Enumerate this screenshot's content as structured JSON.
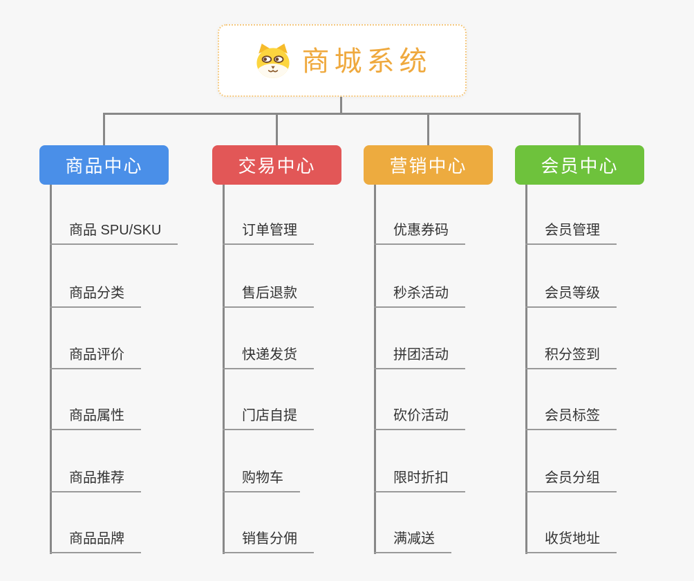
{
  "root": {
    "title": "商城系统",
    "title_color": "#EFA93E",
    "border_color": "#F5C87E",
    "icon": "dog-face-logo"
  },
  "style": {
    "background": "#f7f7f7",
    "connector_color": "#888888",
    "leaf_underline_color": "#999999",
    "leaf_text_color": "#333333"
  },
  "branches": [
    {
      "label": "商品中心",
      "color": "#4A8FE8",
      "items": [
        "商品 SPU/SKU",
        "商品分类",
        "商品评价",
        "商品属性",
        "商品推荐",
        "商品品牌"
      ]
    },
    {
      "label": "交易中心",
      "color": "#E25757",
      "items": [
        "订单管理",
        "售后退款",
        "快递发货",
        "门店自提",
        "购物车",
        "销售分佣"
      ]
    },
    {
      "label": "营销中心",
      "color": "#EDAB3F",
      "items": [
        "优惠券码",
        "秒杀活动",
        "拼团活动",
        "砍价活动",
        "限时折扣",
        "满减送"
      ]
    },
    {
      "label": "会员中心",
      "color": "#6EC23C",
      "items": [
        "会员管理",
        "会员等级",
        "积分签到",
        "会员标签",
        "会员分组",
        "收货地址"
      ]
    }
  ]
}
